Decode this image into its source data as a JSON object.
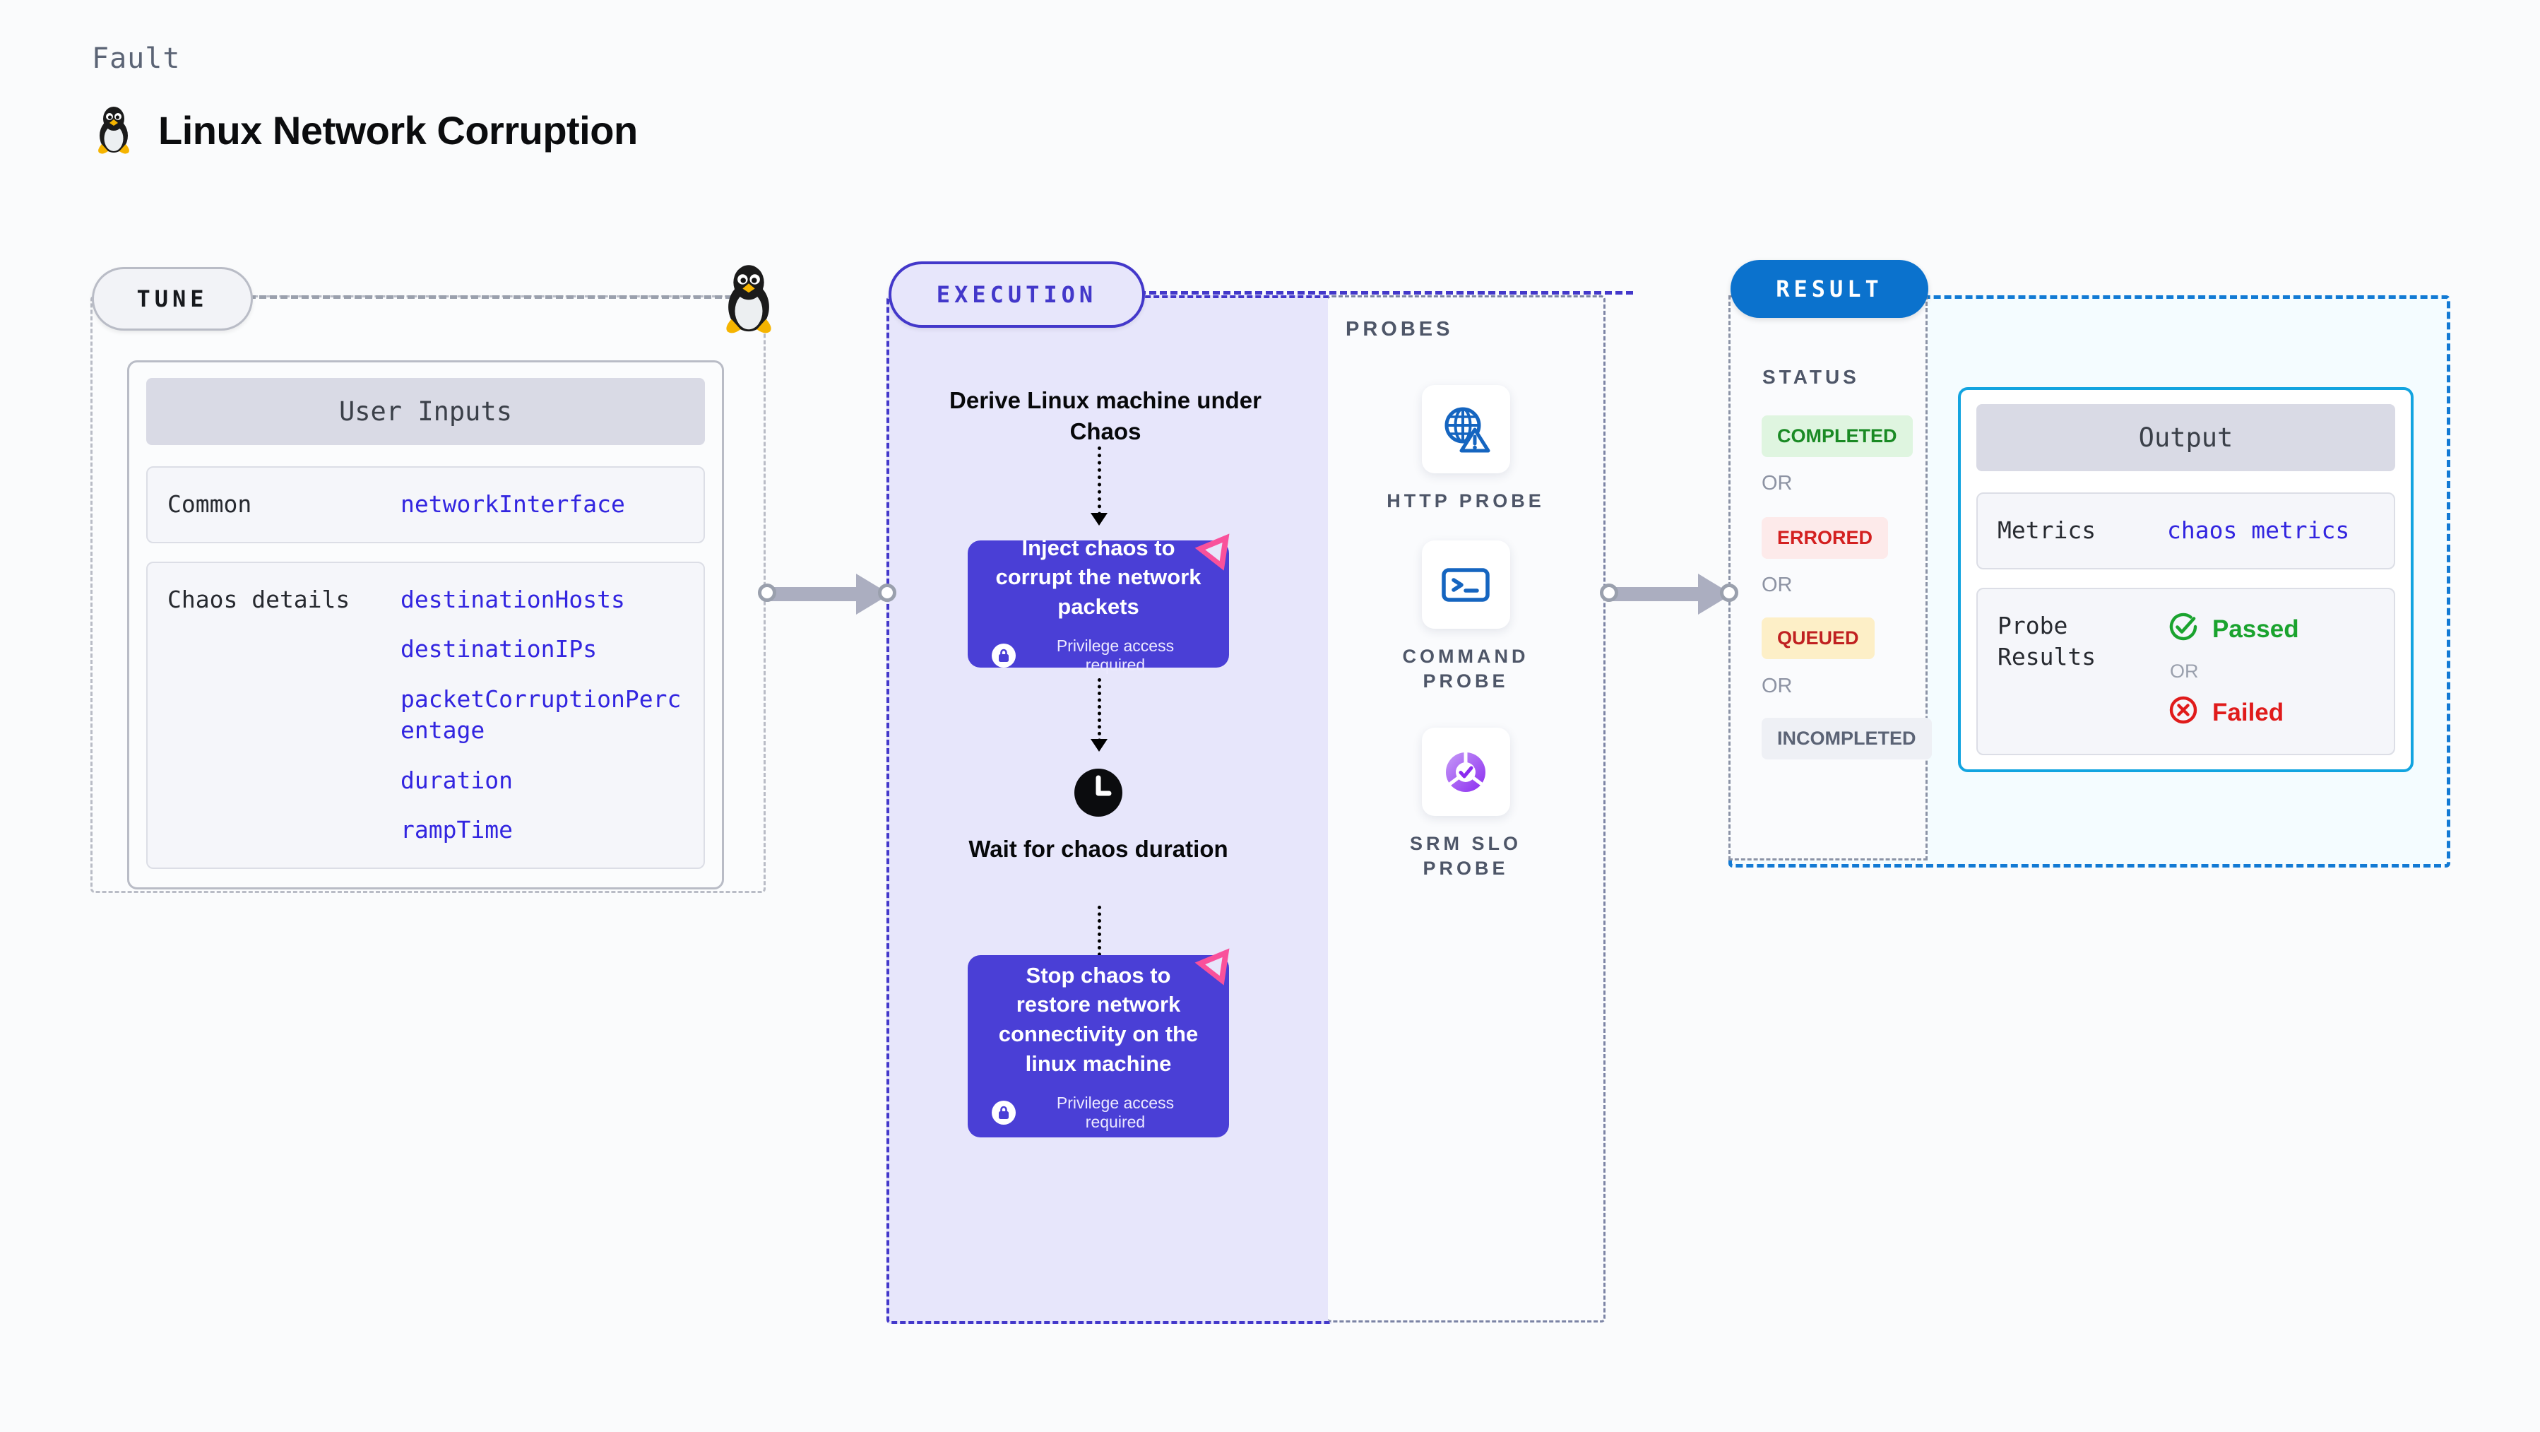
{
  "header": {
    "eyebrow": "Fault",
    "title": "Linux Network Corruption",
    "icon": "tux-penguin-icon"
  },
  "tune": {
    "badge": "TUNE",
    "corner_icon": "tux-penguin-icon",
    "card": {
      "header": "User Inputs",
      "rows": [
        {
          "key": "Common",
          "values": [
            "networkInterface"
          ]
        },
        {
          "key": "Chaos details",
          "values": [
            "destinationHosts",
            "destinationIPs",
            "packetCorruptionPercentage",
            "duration",
            "rampTime"
          ]
        }
      ]
    }
  },
  "execution": {
    "badge": "EXECUTION",
    "steps": [
      {
        "type": "label",
        "text": "Derive Linux machine under Chaos"
      },
      {
        "type": "card",
        "text": "Inject chaos to corrupt the network packets",
        "note": "Privilege access required",
        "note_icon": "lock-icon",
        "brand_icon": "litmus-logo-icon"
      },
      {
        "type": "label",
        "icon": "clock-icon",
        "text": "Wait for chaos duration"
      },
      {
        "type": "card",
        "text": "Stop chaos to restore network connectivity on the linux machine",
        "note": "Privilege access required",
        "note_icon": "lock-icon",
        "brand_icon": "litmus-logo-icon"
      }
    ]
  },
  "probes": {
    "title": "PROBES",
    "items": [
      {
        "label": "HTTP PROBE",
        "icon": "globe-warning-icon"
      },
      {
        "label": "COMMAND PROBE",
        "icon": "terminal-icon"
      },
      {
        "label": "SRM SLO PROBE",
        "icon": "slo-donut-check-icon"
      }
    ]
  },
  "result": {
    "badge": "RESULT",
    "status_title": "STATUS",
    "or_label": "OR",
    "statuses": [
      {
        "label": "COMPLETED",
        "bg": "#dff5e0",
        "fg": "#1a8a24"
      },
      {
        "label": "ERRORED",
        "bg": "#fdeaea",
        "fg": "#d32020"
      },
      {
        "label": "QUEUED",
        "bg": "#fdefc7",
        "fg": "#c02121"
      },
      {
        "label": "INCOMPLETED",
        "bg": "#eef0f5",
        "fg": "#5b6375"
      }
    ],
    "output": {
      "header": "Output",
      "metrics_key": "Metrics",
      "metrics_value": "chaos metrics",
      "probe_results_key": "Probe Results",
      "passed": "Passed",
      "or_label": "OR",
      "failed": "Failed",
      "passed_icon": "check-circle-icon",
      "failed_icon": "x-circle-icon"
    }
  },
  "colors": {
    "execution": "#4338ca",
    "chaos_card": "#4a3fd6",
    "result": "#0b72cd",
    "output_border": "#12a4e0",
    "mono_value": "#3225e0",
    "litmus_pink": "#f9519b"
  }
}
